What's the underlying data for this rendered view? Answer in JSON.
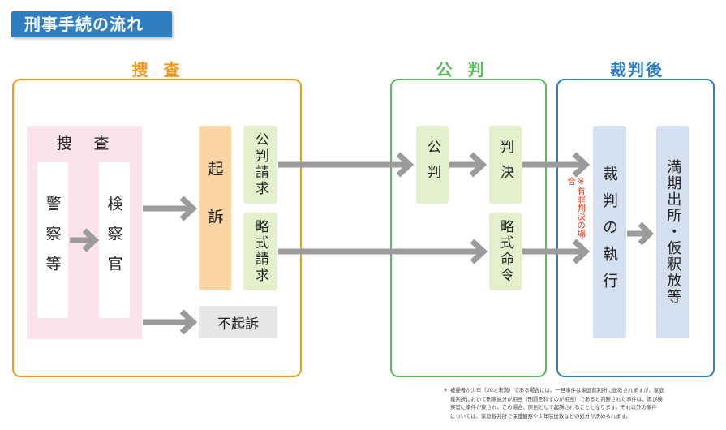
{
  "title": "刑事手続の流れ",
  "colors": {
    "title_bg": "#2f7ec1",
    "investigation": "#f39a1e",
    "trial": "#5cb85c",
    "post_trial": "#2f7ec1",
    "investigation_box": "#fbe3ee",
    "prosecution_box": "#fad4a3",
    "green_box": "#e4f0cc",
    "blue_box": "#d4dff0",
    "gray_box": "#e6e6e6",
    "arrow": "#9b9b9b",
    "annotation": "#e0391e"
  },
  "sections": {
    "investigation": "捜 査",
    "trial": "公 判",
    "post_trial": "裁判後"
  },
  "nodes": {
    "investigation_header": "捜　査",
    "police": "警察等",
    "prosecutor": "検察官",
    "indictment": "起訴",
    "public_trial_request": "公判請求",
    "summary_request": "略式請求",
    "non_indictment": "不起訴",
    "trial": "公判",
    "judgment": "判決",
    "summary_order": "略式命令",
    "execution": "裁判の執行",
    "release": "満期出所・仮釈放等"
  },
  "annotation": "※有罪判決の場合",
  "footnote": {
    "marker": "＊",
    "lines": [
      "被疑者が少年（20才未満）である場合には、一旦事件は家庭裁判所に送致されますが、家庭",
      "裁判所において刑事処分が相当（刑罰を科すのが相当）であると判断された事件は、再び検",
      "察官に事件が戻され、この場合、原則として起訴されることとなります。それ以外の事件",
      "については、家庭裁判所で保護観察や少年院送致などの処分が決められます。"
    ]
  }
}
